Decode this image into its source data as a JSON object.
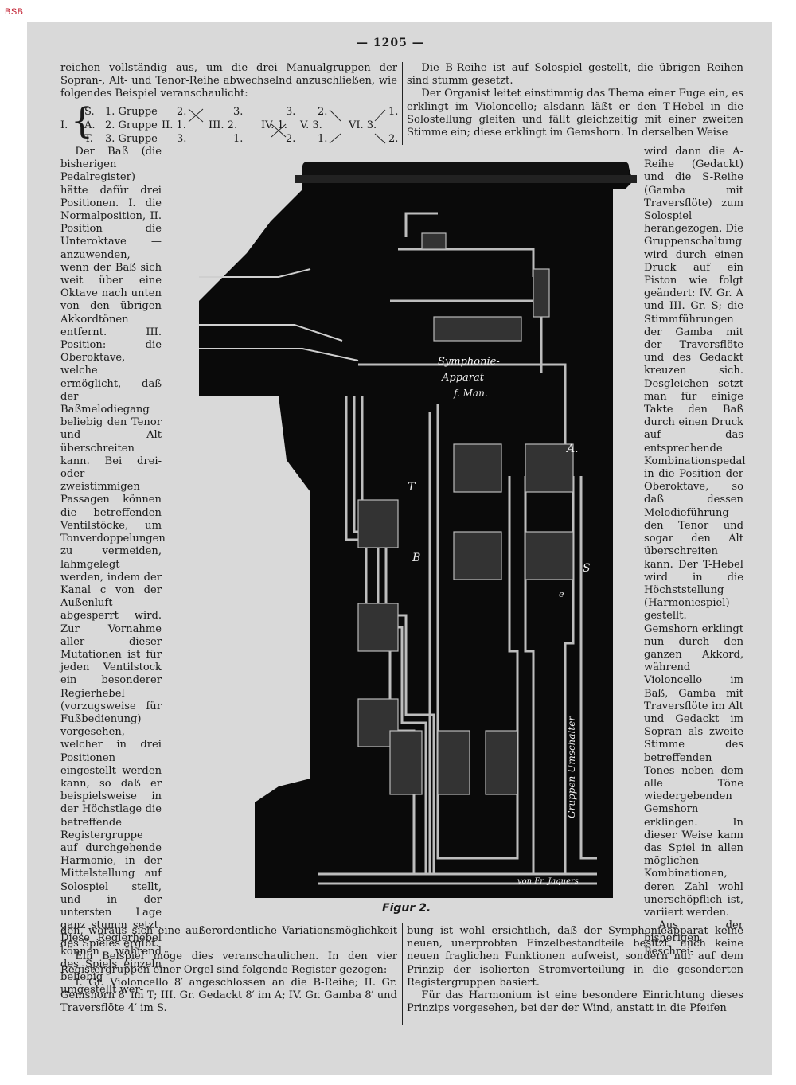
{
  "library_mark": "BSB",
  "page_number": "— 1205 —",
  "top_left": "reichen vollständig aus, um die drei Manualgruppen der Sopran-, Alt- und Tenor-Reihe abwechselnd anzuschließen, wie folgendes Beispiel veranschaulicht:",
  "top_right_1": "Die B-Reihe ist auf Solospiel gestellt, die übrigen Reihen sind stumm gesetzt.",
  "top_right_2": "Der Organist leitet einstimmig das Thema einer Fuge ein, es erklingt im Violoncello; alsdann läßt er den T-Hebel in die Solostellung gleiten und fällt gleichzeitig mit einer zweiten Stimme ein; diese erklingt im Gemshorn. In derselben Weise",
  "group_table": {
    "roman": "I.",
    "rows": [
      {
        "letter": "S.",
        "group": "1. Gruppe",
        "c2": "2.",
        "c3": "3.",
        "c4": "3.",
        "c5": "2.",
        "c6": "1."
      },
      {
        "letter": "A.",
        "group": "2. Gruppe",
        "c2": "II. 1.",
        "c3": "III. 2.",
        "c4": "IV. 1.",
        "c5": "V. 3.",
        "c6": "VI. 3."
      },
      {
        "letter": "T.",
        "group": "3. Gruppe",
        "c2": "3.",
        "c3": "1.",
        "c4": "2.",
        "c5": "1.",
        "c6": "2."
      }
    ]
  },
  "left_narrow": "Der Baß (die bisherigen Pedalregister) hätte dafür drei Positionen. I. die Normalposition, II. Position die Unteroktave — anzuwenden, wenn der Baß sich weit über eine Oktave nach unten von den übrigen Akkordtönen entfernt. III. Position: die Oberoktave, welche ermöglicht, daß der Baßmelodiegang beliebig den Tenor und Alt überschreiten kann. Bei drei- oder zweistimmigen Passagen können die betreffenden Ventilstöcke, um Tonverdoppelungen zu vermeiden, lahmgelegt werden, indem der Kanal c von der Außenluft abgesperrt wird. Zur Vornahme aller dieser Mutationen ist für jeden Ventilstock ein besonderer Regierhebel (vorzugsweise für Fußbedienung) vorgesehen, welcher in drei Positionen eingestellt werden kann, so daß er beispielsweise in der Höchstlage die betreffende Registergruppe auf durchgehende Harmonie, in der Mittelstellung auf Solospiel stellt, und in der untersten Lage ganz stumm setzt. Diese Regierhebel können während des Spiels einzeln beliebig umgestellt wer-",
  "right_narrow": "wird dann die A-Reihe (Gedackt) und die S-Reihe (Gamba mit Traversflöte) zum Solospiel herangezogen. Die Gruppenschaltung wird durch einen Druck auf ein Piston wie folgt geändert: IV. Gr. A und III. Gr. S; die Stimmführungen der Gamba mit der Traversflöte und des Gedackt kreuzen sich. Desgleichen setzt man für einige Takte den Baß durch einen Druck auf das entsprechende Kombinationspedal in die Position der Oberoktave, so daß dessen Melodieführung den Tenor und sogar den Alt überschreiten kann. Der T-Hebel wird in die Höchststellung (Harmoniespiel) gestellt. Gemshorn erklingt nun durch den ganzen Akkord, während Violoncello im Baß, Gamba mit Traversflöte im Alt und Gedackt im Sopran als zweite Stimme des betreffenden Tones neben dem alle Töne wiedergebenden Gemshorn erklingen. In dieser Weise kann das Spiel in allen möglichen Kombinationen, deren Zahl wohl unerschöpflich ist, variiert werden.",
  "right_after": "Aus der bisherigen Beschrei-",
  "bottom_left_1": "den, woraus sich eine außerordentliche Variationsmöglichkeit des Spieles ergibt.",
  "bottom_left_2": "Ein Beispiel möge dies veranschaulichen. In den vier Registergruppen einer Orgel sind folgende Register gezogen:",
  "bottom_left_3": "I. Gr. Violoncello 8′ angeschlossen an die B-Reihe; II. Gr. Gemshorn 8′ im T; III. Gr. Gedackt 8′ im A; IV. Gr. Gamba 8′ und Traversflöte 4′ im S.",
  "bottom_right_1": "bung ist wohl ersichtlich, daß der Symphonieapparat keine neuen, unerprobten Einzelbestandteile besitzt, auch keine neuen fraglichen Funktionen aufweist, sondern nur auf dem Prinzip der isolierten Stromverteilung in die gesonderten Registergruppen basiert.",
  "bottom_right_2": "Für das Harmonium ist eine besondere Einrichtung dieses Prinzips vorgesehen, bei der der Wind, anstatt in die Pfeifen",
  "figure": {
    "caption": "Figur 2.",
    "label_symphonie": "Symphonie-",
    "label_apparat": "Apparat",
    "label_man": "f. Man.",
    "label_A": "A.",
    "label_T": "T",
    "label_B": "B",
    "label_S": "S",
    "label_e": "e",
    "label_umschalter": "Gruppen-Umschalter",
    "signature": "von Fr. Jaquers"
  }
}
